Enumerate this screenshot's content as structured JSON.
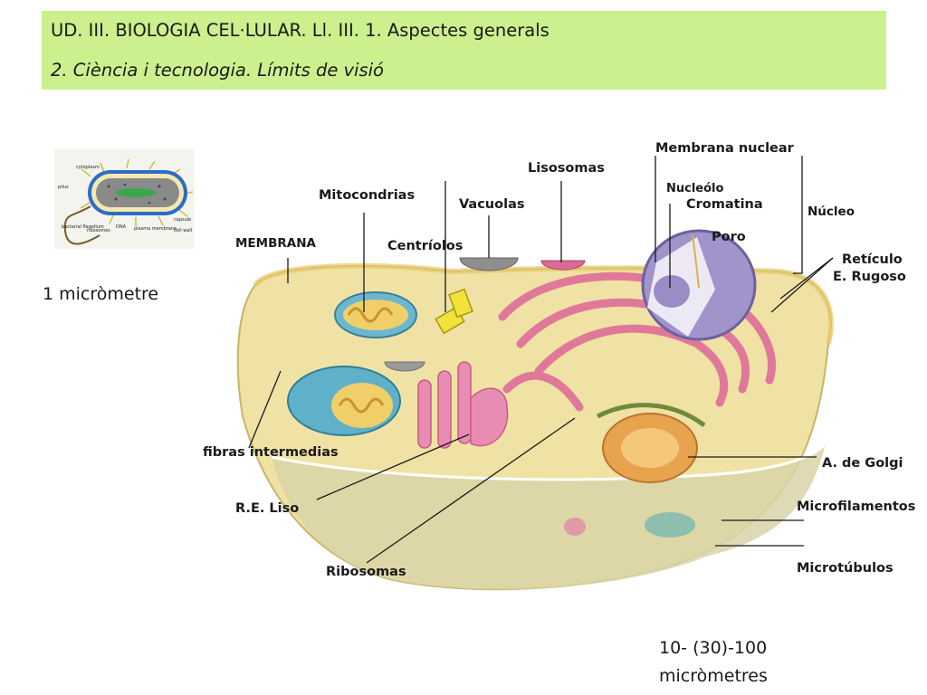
{
  "header": {
    "title": "UD. III. BIOLOGIA CEL·LULAR. Ll. III. 1. Aspectes generals",
    "subtitle": "2. Ciència i tecnologia. Límits de visió"
  },
  "bacteria": {
    "scale_label": "1 micròmetre",
    "parts": [
      "cytoplasm",
      "pilus",
      "bacterial flagellum",
      "ribosomes",
      "DNA",
      "plasma membrane",
      "capsule",
      "cell wall"
    ]
  },
  "cell": {
    "scale_label": "10- (30)-100 micròmetres",
    "labels": {
      "membrana_nuclear": "Membrana nuclear",
      "lisosomas": "Lisosomas",
      "nucleolo": "Nucleólo",
      "cromatina": "Cromatina",
      "nucleo": "Núcleo",
      "mitocondrias": "Mitocondrias",
      "vacuolas": "Vacuolas",
      "poro": "Poro",
      "membrana": "MEMBRANA",
      "centriolos": "Centríolos",
      "reticulo": "Retículo",
      "e_rugoso": "E. Rugoso",
      "fibras": "fibras intermedias",
      "golgi": "A. de Golgi",
      "re_liso": "R.E. Liso",
      "microfilamentos": "Microfilamentos",
      "ribosomas": "Ribosomas",
      "microtubulos": "Microtúbulos"
    }
  },
  "colors": {
    "header_bg": "#ccf08e",
    "cytoplasm": "#f3e7a6",
    "nucleus": "#9f93c8",
    "reticulum": "#e2799b",
    "mitochondria": "#6bb7cf",
    "golgi": "#e8a34f"
  }
}
